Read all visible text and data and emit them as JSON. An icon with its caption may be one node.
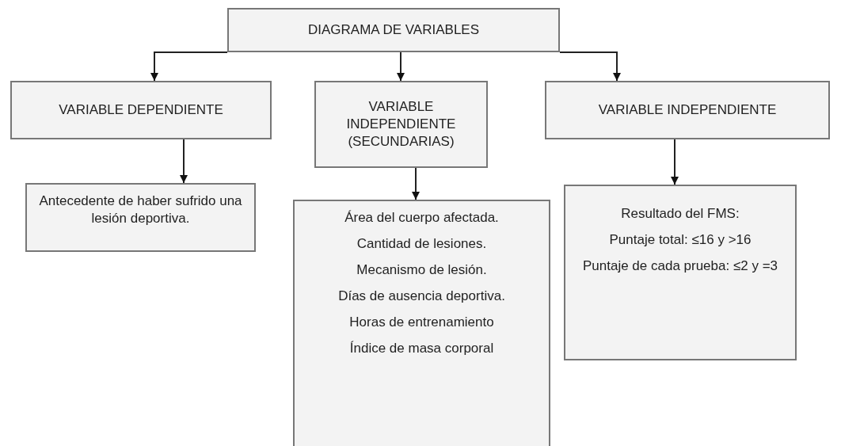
{
  "diagram": {
    "nodes": [
      {
        "text": [
          "DIAGRAMA DE VARIABLES"
        ]
      },
      {
        "text": [
          "VARIABLE DEPENDIENTE"
        ]
      },
      {
        "text": [
          "VARIABLE INDEPENDIENTE (SECUNDARIAS)"
        ]
      },
      {
        "text": [
          "VARIABLE INDEPENDIENTE"
        ]
      },
      {
        "text": [
          "Antecedente de haber sufrido una lesión deportiva."
        ]
      },
      {
        "text": [
          "Área del cuerpo afectada.",
          "Cantidad de lesiones.",
          "Mecanismo de lesión.",
          "Días de ausencia deportiva.",
          "Horas de entrenamiento",
          "Índice de masa corporal"
        ]
      },
      {
        "text": [
          "Resultado del FMS:",
          "Puntaje total: ≤16 y >16",
          "Puntaje de cada prueba: ≤2 y =3"
        ]
      }
    ],
    "edges": [
      {
        "from": 0,
        "to": 1,
        "arrow": "to"
      },
      {
        "from": 0,
        "to": 2,
        "arrow": "to"
      },
      {
        "from": 0,
        "to": 3,
        "arrow": "to"
      },
      {
        "from": 1,
        "to": 4,
        "arrow": "to"
      },
      {
        "from": 2,
        "to": 5,
        "arrow": "to"
      },
      {
        "from": 3,
        "to": 6,
        "arrow": "to"
      }
    ]
  }
}
